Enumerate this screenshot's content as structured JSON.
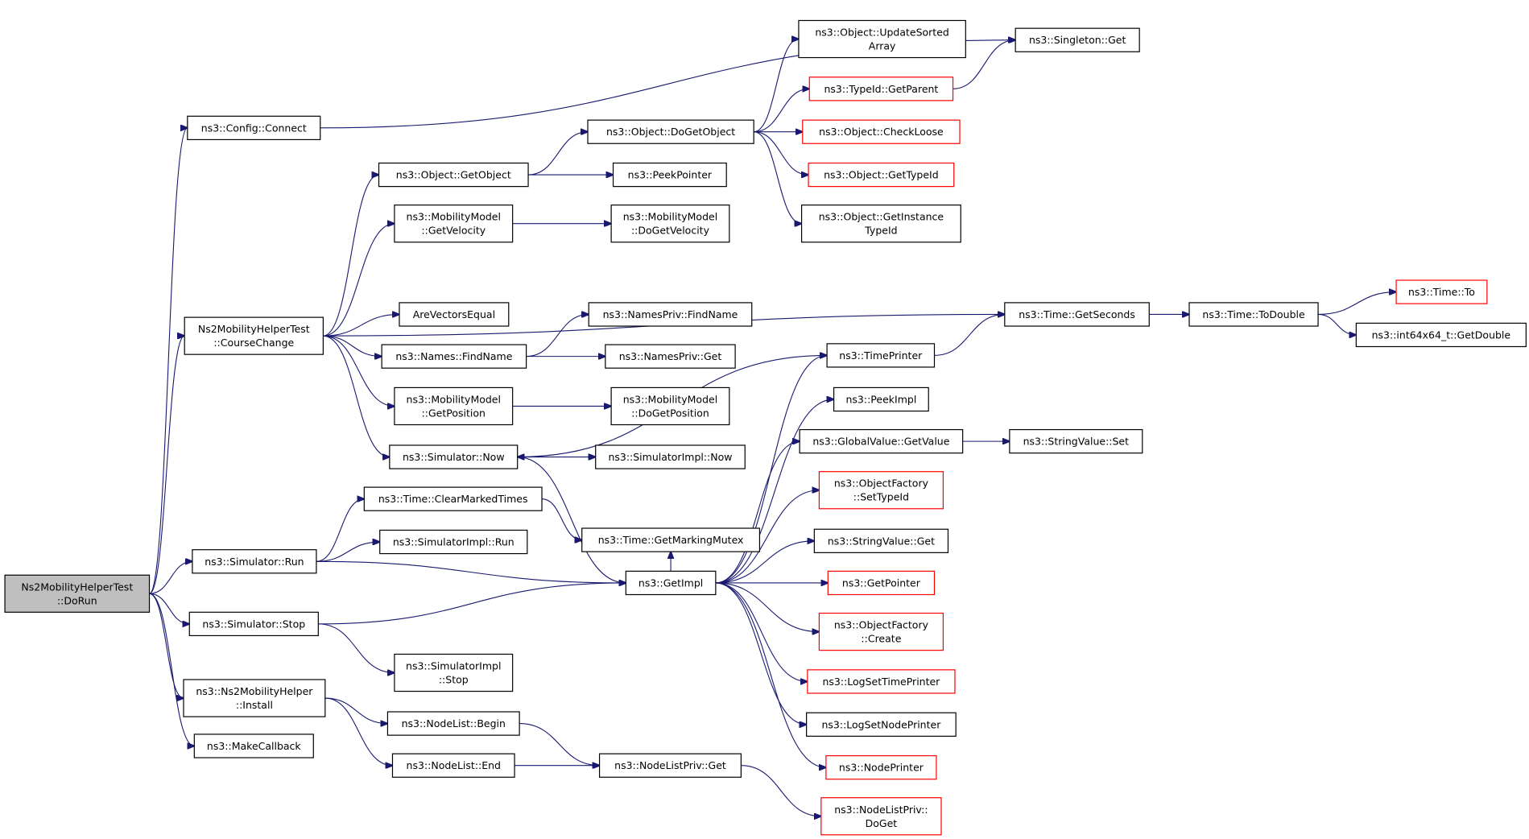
{
  "colors": {
    "edge": "#191970",
    "missing_border": "#ff0000",
    "root_fill": "#bfbfbf",
    "normal_border": "#000000"
  },
  "nodes": {
    "dorun": {
      "lines": [
        "Ns2MobilityHelperTest",
        "::DoRun"
      ],
      "style": "root"
    },
    "config_connect": {
      "lines": [
        "ns3::Config::Connect"
      ],
      "style": "normal"
    },
    "coursechange": {
      "lines": [
        "Ns2MobilityHelperTest",
        "::CourseChange"
      ],
      "style": "normal"
    },
    "sim_run": {
      "lines": [
        "ns3::Simulator::Run"
      ],
      "style": "normal"
    },
    "sim_stop": {
      "lines": [
        "ns3::Simulator::Stop"
      ],
      "style": "normal"
    },
    "ns2_install": {
      "lines": [
        "ns3::Ns2MobilityHelper",
        "::Install"
      ],
      "style": "normal"
    },
    "makecallback": {
      "lines": [
        "ns3::MakeCallback"
      ],
      "style": "normal"
    },
    "singleton_get": {
      "lines": [
        "ns3::Singleton::Get"
      ],
      "style": "normal"
    },
    "obj_getobject": {
      "lines": [
        "ns3::Object::GetObject"
      ],
      "style": "normal"
    },
    "mm_getvelocity": {
      "lines": [
        "ns3::MobilityModel",
        "::GetVelocity"
      ],
      "style": "normal"
    },
    "arevectorsequal": {
      "lines": [
        "AreVectorsEqual"
      ],
      "style": "normal"
    },
    "names_findname": {
      "lines": [
        "ns3::Names::FindName"
      ],
      "style": "normal"
    },
    "mm_getposition": {
      "lines": [
        "ns3::MobilityModel",
        "::GetPosition"
      ],
      "style": "normal"
    },
    "sim_now": {
      "lines": [
        "ns3::Simulator::Now"
      ],
      "style": "normal"
    },
    "time_clearmarked": {
      "lines": [
        "ns3::Time::ClearMarkedTimes"
      ],
      "style": "normal"
    },
    "simimpl_run": {
      "lines": [
        "ns3::SimulatorImpl::Run"
      ],
      "style": "normal"
    },
    "simimpl_stop": {
      "lines": [
        "ns3::SimulatorImpl",
        "::Stop"
      ],
      "style": "normal"
    },
    "nodelist_begin": {
      "lines": [
        "ns3::NodeList::Begin"
      ],
      "style": "normal"
    },
    "nodelist_end": {
      "lines": [
        "ns3::NodeList::End"
      ],
      "style": "normal"
    },
    "obj_dogetobject": {
      "lines": [
        "ns3::Object::DoGetObject"
      ],
      "style": "normal"
    },
    "peekpointer": {
      "lines": [
        "ns3::PeekPointer"
      ],
      "style": "normal"
    },
    "mm_dogetvelocity": {
      "lines": [
        "ns3::MobilityModel",
        "::DoGetVelocity"
      ],
      "style": "normal"
    },
    "namespriv_findname": {
      "lines": [
        "ns3::NamesPriv::FindName"
      ],
      "style": "normal"
    },
    "namespriv_get": {
      "lines": [
        "ns3::NamesPriv::Get"
      ],
      "style": "normal"
    },
    "mm_dogetposition": {
      "lines": [
        "ns3::MobilityModel",
        "::DoGetPosition"
      ],
      "style": "normal"
    },
    "simimpl_now": {
      "lines": [
        "ns3::SimulatorImpl::Now"
      ],
      "style": "normal"
    },
    "time_getmarkingmutex": {
      "lines": [
        "ns3::Time::GetMarkingMutex"
      ],
      "style": "normal"
    },
    "getimpl": {
      "lines": [
        "ns3::GetImpl"
      ],
      "style": "normal"
    },
    "nodelistpriv_get": {
      "lines": [
        "ns3::NodeListPriv::Get"
      ],
      "style": "normal"
    },
    "obj_updatesorted": {
      "lines": [
        "ns3::Object::UpdateSorted",
        "Array"
      ],
      "style": "normal"
    },
    "typeid_getparent": {
      "lines": [
        "ns3::TypeId::GetParent"
      ],
      "style": "missing"
    },
    "obj_checkloose": {
      "lines": [
        "ns3::Object::CheckLoose"
      ],
      "style": "missing"
    },
    "obj_gettypeid": {
      "lines": [
        "ns3::Object::GetTypeId"
      ],
      "style": "missing"
    },
    "obj_getinstancetypeid": {
      "lines": [
        "ns3::Object::GetInstance",
        "TypeId"
      ],
      "style": "normal"
    },
    "time_getseconds": {
      "lines": [
        "ns3::Time::GetSeconds"
      ],
      "style": "normal"
    },
    "timeprinter": {
      "lines": [
        "ns3::TimePrinter"
      ],
      "style": "normal"
    },
    "peekimpl": {
      "lines": [
        "ns3::PeekImpl"
      ],
      "style": "normal"
    },
    "globalvalue_getvalue": {
      "lines": [
        "ns3::GlobalValue::GetValue"
      ],
      "style": "normal"
    },
    "objfactory_settypeid": {
      "lines": [
        "ns3::ObjectFactory",
        "::SetTypeId"
      ],
      "style": "missing"
    },
    "stringvalue_get": {
      "lines": [
        "ns3::StringValue::Get"
      ],
      "style": "normal"
    },
    "getpointer": {
      "lines": [
        "ns3::GetPointer"
      ],
      "style": "missing"
    },
    "objfactory_create": {
      "lines": [
        "ns3::ObjectFactory",
        "::Create"
      ],
      "style": "missing"
    },
    "logsettimeprinter": {
      "lines": [
        "ns3::LogSetTimePrinter"
      ],
      "style": "missing"
    },
    "logsetnodeprinter": {
      "lines": [
        "ns3::LogSetNodePrinter"
      ],
      "style": "normal"
    },
    "nodeprinter": {
      "lines": [
        "ns3::NodePrinter"
      ],
      "style": "missing"
    },
    "nodelistpriv_doget": {
      "lines": [
        "ns3::NodeListPriv::",
        "DoGet"
      ],
      "style": "missing"
    },
    "time_todouble": {
      "lines": [
        "ns3::Time::ToDouble"
      ],
      "style": "normal"
    },
    "stringvalue_set": {
      "lines": [
        "ns3::StringValue::Set"
      ],
      "style": "normal"
    },
    "time_to": {
      "lines": [
        "ns3::Time::To"
      ],
      "style": "missing"
    },
    "int64x64_getdouble": {
      "lines": [
        "ns3::int64x64_t::GetDouble"
      ],
      "style": "normal"
    }
  },
  "edges": [
    [
      "dorun",
      "config_connect"
    ],
    [
      "dorun",
      "coursechange"
    ],
    [
      "dorun",
      "sim_run"
    ],
    [
      "dorun",
      "sim_stop"
    ],
    [
      "dorun",
      "ns2_install"
    ],
    [
      "dorun",
      "makecallback"
    ],
    [
      "config_connect",
      "singleton_get"
    ],
    [
      "coursechange",
      "obj_getobject"
    ],
    [
      "coursechange",
      "mm_getvelocity"
    ],
    [
      "coursechange",
      "time_getseconds"
    ],
    [
      "coursechange",
      "arevectorsequal"
    ],
    [
      "coursechange",
      "names_findname"
    ],
    [
      "coursechange",
      "mm_getposition"
    ],
    [
      "coursechange",
      "sim_now"
    ],
    [
      "sim_run",
      "time_clearmarked"
    ],
    [
      "sim_run",
      "simimpl_run"
    ],
    [
      "sim_run",
      "getimpl"
    ],
    [
      "sim_stop",
      "getimpl"
    ],
    [
      "sim_stop",
      "simimpl_stop"
    ],
    [
      "ns2_install",
      "nodelist_begin"
    ],
    [
      "ns2_install",
      "nodelist_end"
    ],
    [
      "obj_getobject",
      "obj_dogetobject"
    ],
    [
      "obj_getobject",
      "peekpointer"
    ],
    [
      "mm_getvelocity",
      "mm_dogetvelocity"
    ],
    [
      "names_findname",
      "namespriv_findname"
    ],
    [
      "names_findname",
      "namespriv_get"
    ],
    [
      "mm_getposition",
      "mm_dogetposition"
    ],
    [
      "sim_now",
      "simimpl_now"
    ],
    [
      "sim_now",
      "getimpl"
    ],
    [
      "time_clearmarked",
      "time_getmarkingmutex"
    ],
    [
      "nodelist_begin",
      "nodelistpriv_get"
    ],
    [
      "nodelist_end",
      "nodelistpriv_get"
    ],
    [
      "obj_dogetobject",
      "obj_updatesorted"
    ],
    [
      "obj_dogetobject",
      "typeid_getparent"
    ],
    [
      "obj_dogetobject",
      "obj_checkloose"
    ],
    [
      "obj_dogetobject",
      "obj_gettypeid"
    ],
    [
      "obj_dogetobject",
      "obj_getinstancetypeid"
    ],
    [
      "typeid_getparent",
      "singleton_get"
    ],
    [
      "getimpl",
      "timeprinter"
    ],
    [
      "getimpl",
      "peekimpl"
    ],
    [
      "getimpl",
      "globalvalue_getvalue"
    ],
    [
      "getimpl",
      "objfactory_settypeid"
    ],
    [
      "getimpl",
      "stringvalue_get"
    ],
    [
      "getimpl",
      "getpointer"
    ],
    [
      "getimpl",
      "objfactory_create"
    ],
    [
      "getimpl",
      "logsettimeprinter"
    ],
    [
      "getimpl",
      "logsetnodeprinter"
    ],
    [
      "getimpl",
      "nodeprinter"
    ],
    [
      "getimpl",
      "time_getmarkingmutex"
    ],
    [
      "timeprinter",
      "time_getseconds"
    ],
    [
      "timeprinter",
      "sim_now"
    ],
    [
      "globalvalue_getvalue",
      "stringvalue_set"
    ],
    [
      "nodelistpriv_get",
      "nodelistpriv_doget"
    ],
    [
      "time_getseconds",
      "time_todouble"
    ],
    [
      "time_todouble",
      "time_to"
    ],
    [
      "time_todouble",
      "int64x64_getdouble"
    ]
  ]
}
